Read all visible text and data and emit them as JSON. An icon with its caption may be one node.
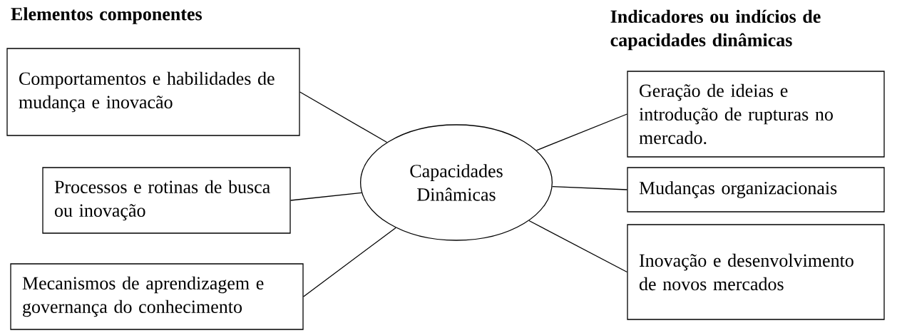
{
  "diagram": {
    "nodes": [
      {
        "text": [
          "Capacidades Dinâmicas"
        ]
      },
      {
        "text": [
          "Comportamentos e habilidades de mudança e inovacão"
        ]
      },
      {
        "text": [
          "Processos e rotinas de busca ou inovação"
        ]
      },
      {
        "text": [
          "Mecanismos de aprendizagem e governança do conhecimento"
        ]
      },
      {
        "text": [
          "Geração de ideias e introdução de rupturas no mercado."
        ]
      },
      {
        "text": [
          "Mudanças organizacionais"
        ]
      },
      {
        "text": [
          "Inovação e desenvolvimento de novos mercados"
        ]
      }
    ],
    "edges": [
      {
        "from": 1,
        "to": 0,
        "arrow": "none"
      },
      {
        "from": 2,
        "to": 0,
        "arrow": "none"
      },
      {
        "from": 3,
        "to": 0,
        "arrow": "none"
      },
      {
        "from": 0,
        "to": 4,
        "arrow": "none"
      },
      {
        "from": 0,
        "to": 5,
        "arrow": "none"
      },
      {
        "from": 0,
        "to": 6,
        "arrow": "none"
      }
    ],
    "labels": [
      "Elementos componentes",
      "Indicadores ou indícios de capacidades dinâmicas"
    ]
  }
}
